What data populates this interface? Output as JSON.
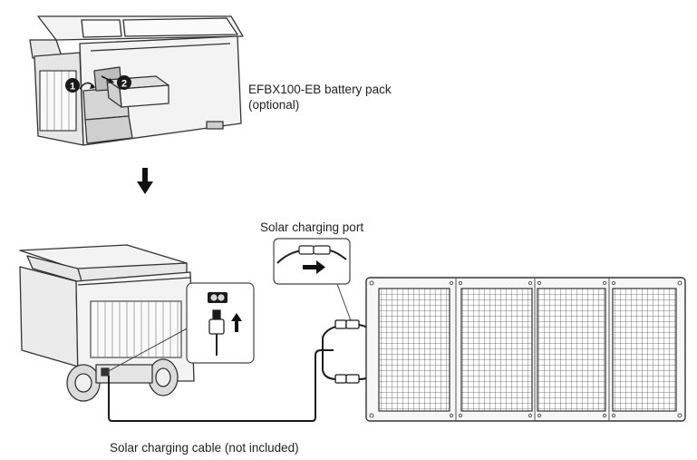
{
  "battery_label_line1": "EFBX100-EB battery pack",
  "battery_label_line2": "(optional)",
  "step_markers": [
    "1",
    "2"
  ],
  "port_label": "Solar charging port",
  "cable_label": "Solar charging cable (not included)",
  "colors": {
    "line": "#333333",
    "fill": "#f2f2f2",
    "dark": "#1a1a1a"
  },
  "icons": [
    "step-down-arrow-icon",
    "connect-arrow-icon",
    "plug-up-arrow-icon",
    "solar-port-icon"
  ]
}
